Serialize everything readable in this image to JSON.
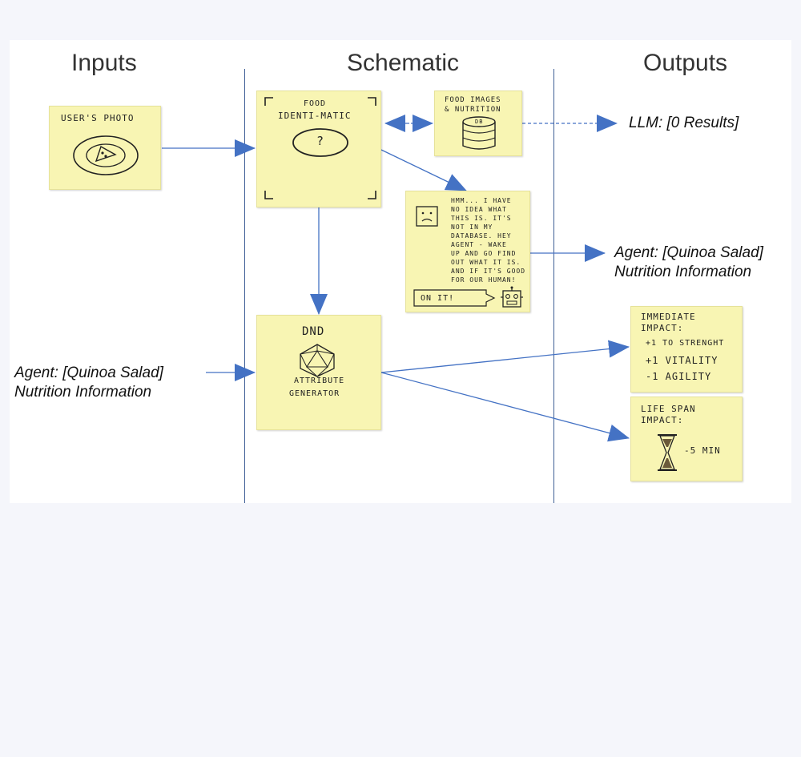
{
  "headers": {
    "inputs": "Inputs",
    "schematic": "Schematic",
    "outputs": "Outputs"
  },
  "notes": {
    "users_photo": {
      "title": "USER'S PHOTO"
    },
    "food_identimatic": {
      "line1": "FOOD",
      "line2": "IDENTI-MATIC",
      "symbol": "?"
    },
    "food_db": {
      "line1": "FOOD IMAGES",
      "line2": "& NUTRITION",
      "db_label": "DB"
    },
    "agent_message": {
      "lines": [
        "HMM... I HAVE",
        "NO IDEA WHAT",
        "THIS IS. IT'S",
        "NOT IN MY",
        "DATABASE. HEY",
        "AGENT - WAKE",
        "UP AND GO FIND",
        "OUT WHAT IT IS.",
        "AND IF IT'S GOOD",
        "FOR OUR HUMAN!"
      ],
      "reply": "ON IT!"
    },
    "dnd": {
      "title": "DnD",
      "line1": "ATTRIBUTE",
      "line2": "GENERATOR"
    },
    "immediate_impact": {
      "title1": "IMMEDIATE",
      "title2": "IMPACT:",
      "effects": [
        "+1 TO STRENGHT",
        "+1 VITALITY",
        "-1 AGILITY"
      ]
    },
    "lifespan_impact": {
      "title1": "LIFE SPAN",
      "title2": "IMPACT:",
      "value": "-5 MIN"
    }
  },
  "labels": {
    "llm_result": "LLM: [0 Results]",
    "agent_output_line1": "Agent: [Quinoa Salad]",
    "agent_output_line2": "Nutrition Information",
    "agent_input_line1": "Agent: [Quinoa Salad]",
    "agent_input_line2": "Nutrition Information"
  },
  "colors": {
    "arrow": "#4472c4",
    "note": "#f8f5b3",
    "divider": "#3f5f96"
  }
}
